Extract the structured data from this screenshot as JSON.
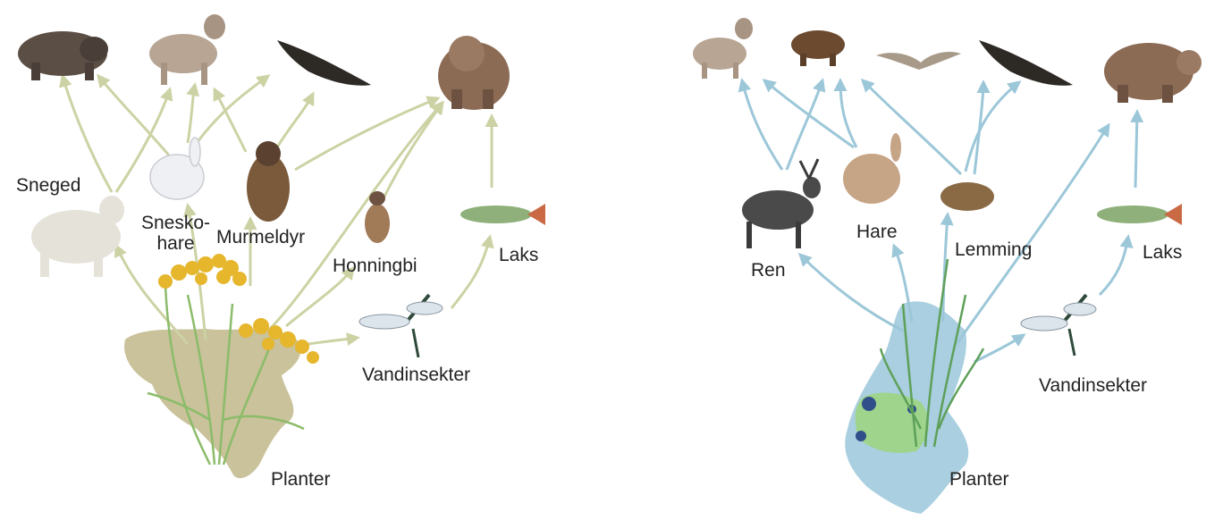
{
  "left_web": {
    "labels": {
      "sneged": "Sneged",
      "sneskohare_line1": "Snesko-",
      "sneskohare_line2": "hare",
      "murmeldyr": "Murmeldyr",
      "honningbi": "Honningbi",
      "laks": "Laks",
      "vandinsekter": "Vandinsekter",
      "planter": "Planter"
    },
    "arrow_color": "#cdd2a4",
    "region_color": "#c9c29a"
  },
  "right_web": {
    "labels": {
      "ren": "Ren",
      "hare": "Hare",
      "lemming": "Lemming",
      "laks": "Laks",
      "vandinsekter": "Vandinsekter",
      "planter": "Planter"
    },
    "arrow_color": "#9cc7d8",
    "region_color": "#a9cfe0"
  },
  "icons": {
    "left": [
      "wolverine-icon",
      "wolf-icon",
      "eagle-icon",
      "bear-icon",
      "mountain-goat-icon",
      "snowshoe-hare-icon",
      "marmot-icon",
      "honeybee-icon",
      "salmon-icon",
      "dragonfly-icon",
      "plant-icon",
      "north-america-map-icon"
    ],
    "right": [
      "wolf-icon",
      "wolverine-icon",
      "gull-icon",
      "eagle-icon",
      "bear-icon",
      "reindeer-icon",
      "hare-icon",
      "lemming-icon",
      "salmon-icon",
      "dragonfly-icon",
      "plant-icon",
      "scandinavia-map-icon"
    ]
  }
}
